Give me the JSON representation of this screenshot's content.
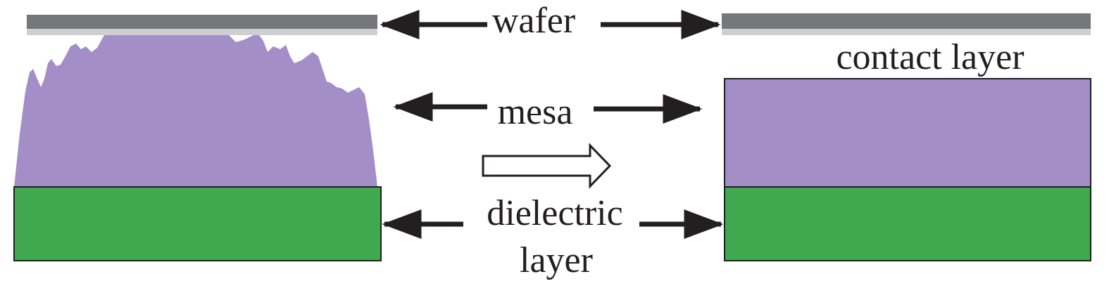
{
  "labels": {
    "wafer": "wafer",
    "contact_layer": "contact layer",
    "mesa": "mesa",
    "dielectric_line1": "dielectric",
    "dielectric_line2": "layer"
  },
  "colors": {
    "wafer": "#76777b",
    "wafer_underside": "#cfcfd1",
    "mesa": "#a38ec8",
    "dielectric": "#40a84f",
    "outline": "#231f20",
    "text": "#231f20"
  }
}
